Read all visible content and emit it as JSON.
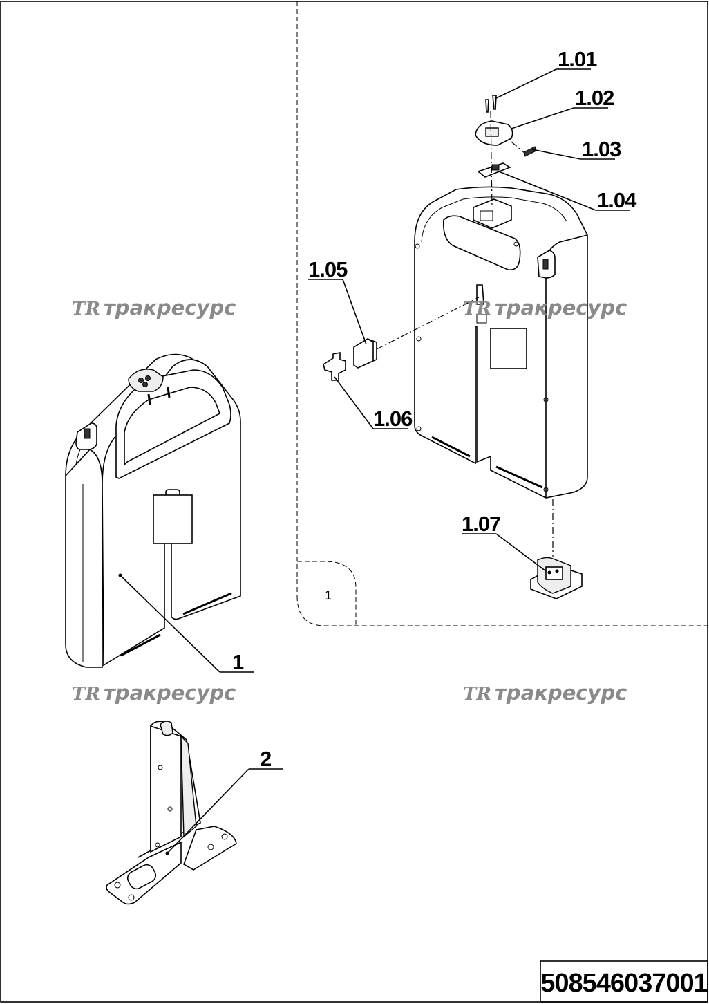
{
  "callouts": {
    "c101": "1.01",
    "c102": "1.02",
    "c103": "1.03",
    "c104": "1.04",
    "c105": "1.05",
    "c106": "1.06",
    "c107": "1.07",
    "c1": "1",
    "c2": "2"
  },
  "detail_label": "1",
  "watermark": {
    "logo": "TR",
    "text": "тракресурс"
  },
  "sheet_number": "508546037001"
}
